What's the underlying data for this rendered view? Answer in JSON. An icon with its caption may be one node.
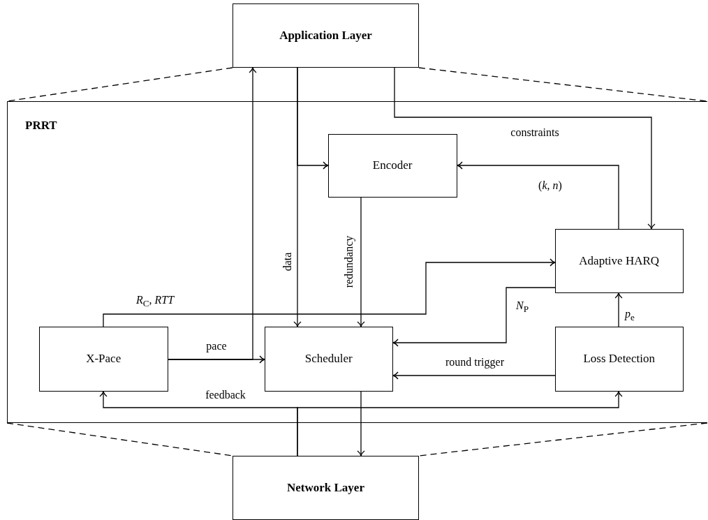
{
  "diagram": {
    "nodes": [
      {
        "text": [
          "Application Layer"
        ]
      },
      {
        "text": [
          "PRRT"
        ]
      },
      {
        "text": [
          "Encoder"
        ],
        "in": 1
      },
      {
        "text": [
          "Adaptive HARQ"
        ],
        "in": 1
      },
      {
        "text": [
          "X-Pace"
        ],
        "in": 1
      },
      {
        "text": [
          "Scheduler"
        ],
        "in": 1
      },
      {
        "text": [
          "Loss Detection"
        ],
        "in": 1
      },
      {
        "text": [
          "Network Layer"
        ]
      }
    ],
    "edges": [
      {
        "from": 0,
        "to": 5,
        "arrow": "to",
        "label": "data"
      },
      {
        "from": 0,
        "to": 2,
        "arrow": "to"
      },
      {
        "from": 0,
        "to": 3,
        "arrow": "to",
        "label": "constraints"
      },
      {
        "from": 2,
        "to": 5,
        "arrow": "to",
        "label": "redundancy"
      },
      {
        "from": 3,
        "to": 2,
        "arrow": "to",
        "label": "(*k*, *n*)"
      },
      {
        "from": 4,
        "to": 3,
        "arrow": "to",
        "label": "*R*$_{C}$, *RTT*"
      },
      {
        "from": 4,
        "to": 5,
        "arrow": "to",
        "label": "pace"
      },
      {
        "from": 4,
        "to": 0,
        "arrow": "to"
      },
      {
        "from": 3,
        "to": 5,
        "arrow": "to",
        "label": "*N*$_{P}$"
      },
      {
        "from": 6,
        "to": 5,
        "arrow": "to",
        "label": "round trigger"
      },
      {
        "from": 6,
        "to": 3,
        "arrow": "to",
        "label": "*p*$_{e}$"
      },
      {
        "from": 7,
        "to": 4,
        "arrow": "to",
        "label": "feedback"
      },
      {
        "from": 7,
        "to": 6,
        "arrow": "to"
      },
      {
        "from": 5,
        "to": 7,
        "arrow": "to"
      },
      {
        "from": 0,
        "to": 1,
        "arrow": "none",
        "style": "dashed"
      },
      {
        "from": 0,
        "to": 1,
        "arrow": "none",
        "style": "dashed"
      },
      {
        "from": 1,
        "to": 7,
        "arrow": "none",
        "style": "dashed"
      },
      {
        "from": 1,
        "to": 7,
        "arrow": "none",
        "style": "dashed"
      }
    ]
  }
}
